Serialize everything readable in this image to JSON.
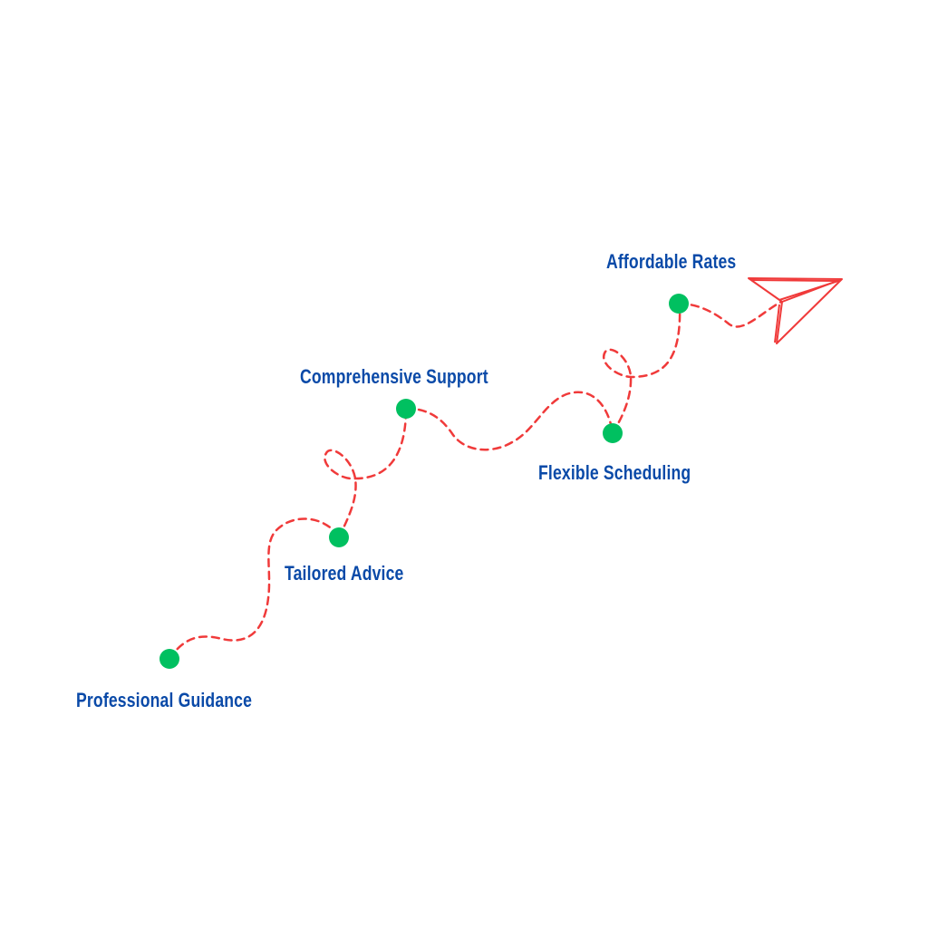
{
  "colors": {
    "path": "#f03a3a",
    "dot": "#00c060",
    "label": "#0a4aa8"
  },
  "steps": [
    {
      "label": "Professional Guidance"
    },
    {
      "label": "Tailored Advice"
    },
    {
      "label": "Comprehensive Support"
    },
    {
      "label": "Flexible Scheduling"
    },
    {
      "label": "Affordable Rates"
    }
  ],
  "end_icon": "paper-plane-icon"
}
